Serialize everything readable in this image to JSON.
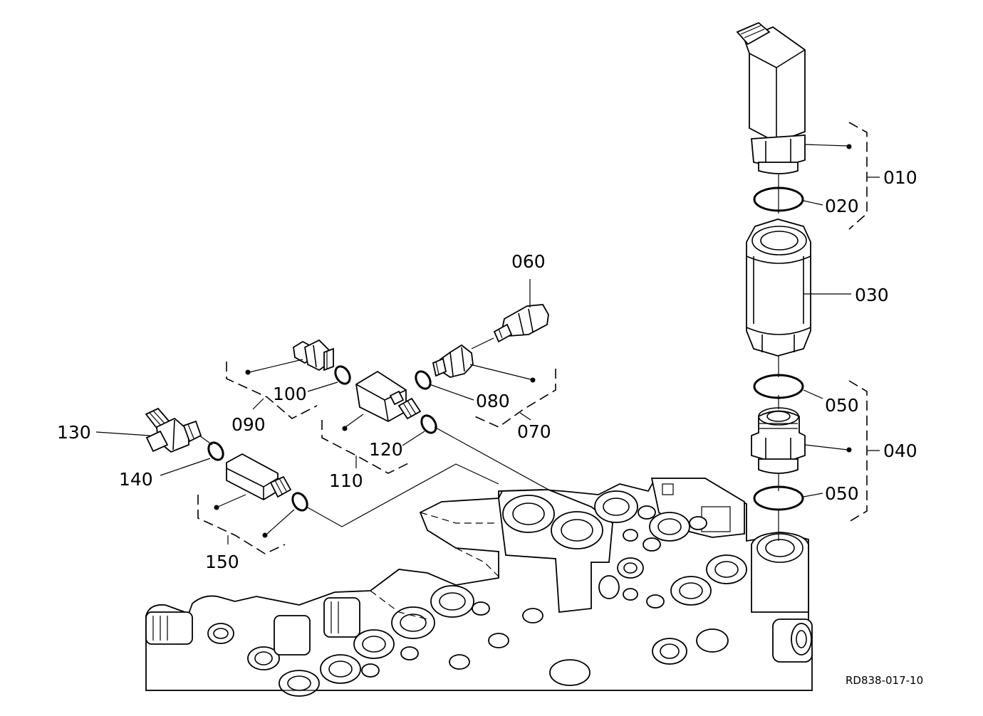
{
  "labels": {
    "p010": "010",
    "p020": "020",
    "p030": "030",
    "p040": "040",
    "p050a": "050",
    "p050b": "050",
    "p060": "060",
    "p070": "070",
    "p080": "080",
    "p090": "090",
    "p100": "100",
    "p110": "110",
    "p120": "120",
    "p130": "130",
    "p140": "140",
    "p150": "150"
  },
  "drawing_code": "RD838-017-10"
}
